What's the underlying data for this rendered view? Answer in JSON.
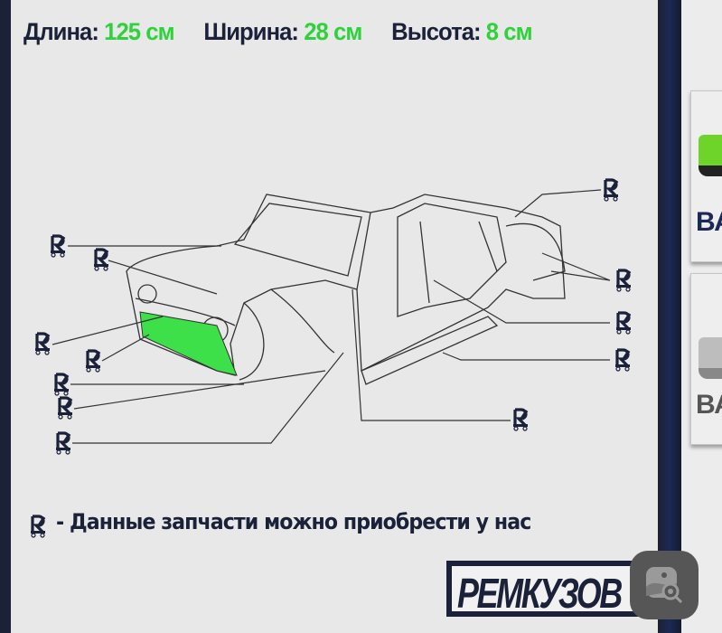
{
  "dimensions": {
    "length_label": "Длина:",
    "length_value": "125 см",
    "width_label": "Ширина:",
    "width_value": "28 см",
    "height_label": "Высота:",
    "height_value": "8 см"
  },
  "legend": {
    "icon": "tow-truck-r-icon",
    "text": "- Данные запчасти можно приобрести у нас"
  },
  "logo": {
    "text": "РЕМКУЗОВ"
  },
  "sidebar": {
    "cards": [
      {
        "label": "ВА",
        "car_color": "#6fd42a"
      },
      {
        "label": "ВА",
        "car_color": "#9a9a9a"
      }
    ]
  },
  "colors": {
    "accent_green": "#2fd23a",
    "navy": "#1b2138",
    "highlight": "#3ee04a"
  },
  "overlay": {
    "icon": "image-search-icon"
  }
}
